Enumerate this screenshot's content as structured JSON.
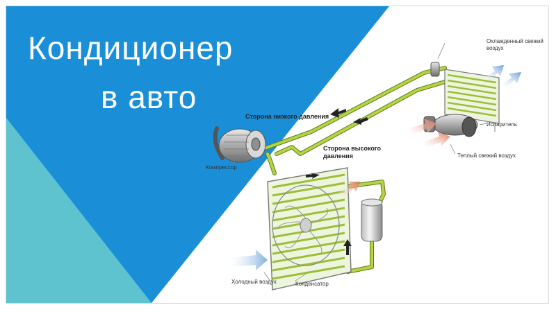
{
  "title": {
    "line1": "Кондиционер",
    "line2": "в авто"
  },
  "labels": {
    "low_pressure": "Сторона низкого давления",
    "high_pressure_1": "Сторона высокого",
    "high_pressure_2": "давления",
    "compressor": "Компрессор",
    "condenser": "Конденсатор",
    "cold_air": "Холодный воздух",
    "evaporator": "Испаритель",
    "warm_air": "Теплый свежий воздух",
    "cooled_air_1": "Охлажденный свежий",
    "cooled_air_2": "воздух"
  },
  "colors": {
    "blue": "#1a8fd8",
    "teal": "#5fc3cf",
    "pipe": "#a8c83a",
    "coil": "#b7d94a",
    "cold_arrow": "#8ab8e0",
    "warm_arrow": "#e07a5a"
  }
}
